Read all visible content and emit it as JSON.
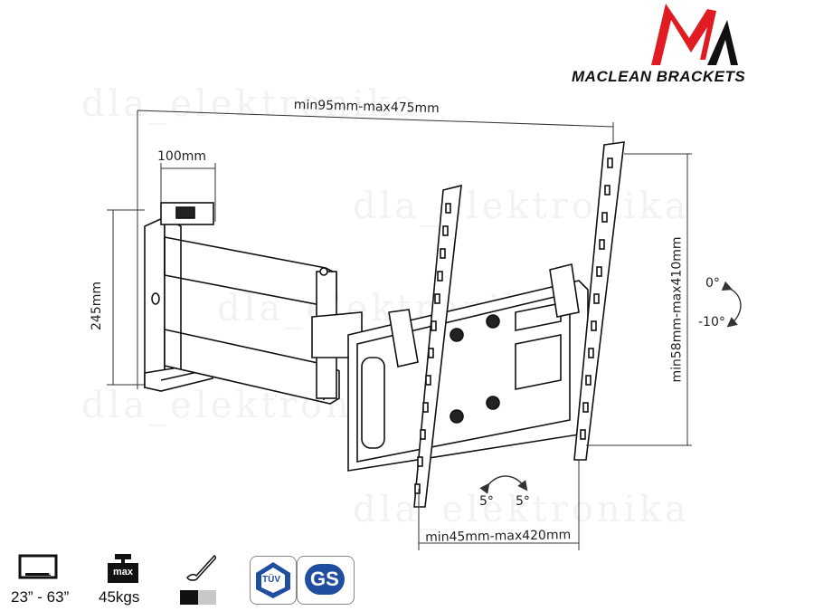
{
  "brand": {
    "name": "MACLEAN BRACKETS",
    "logo_colors": {
      "red": "#e01b22",
      "black": "#111111"
    }
  },
  "dimensions": {
    "arm_extension": "min95mm-max475mm",
    "wall_plate_width": "100mm",
    "wall_plate_height": "245mm",
    "vesa_vertical": "min58mm-max410mm",
    "vesa_horizontal": "min45mm-max420mm"
  },
  "angles": {
    "tilt_up": "0°",
    "tilt_down": "-10°",
    "swivel_left": "5°",
    "swivel_right": "5°"
  },
  "watermark": "dla_elektronika",
  "specs": {
    "screen_size": "23” - 63”",
    "max_load_icon": "max",
    "max_load": "45kgs"
  },
  "certifications": {
    "tuv": "TÜV",
    "gs": "GS"
  }
}
